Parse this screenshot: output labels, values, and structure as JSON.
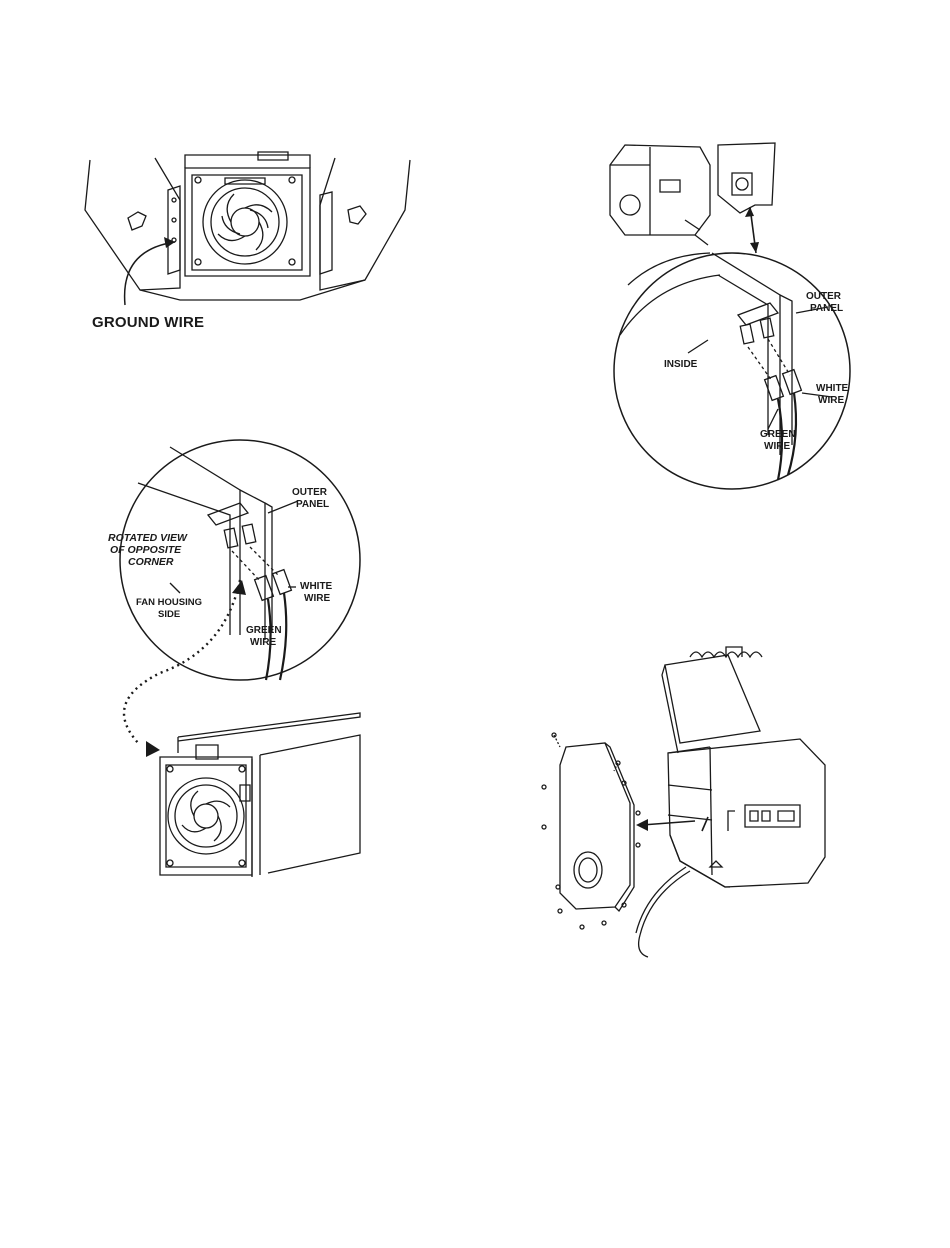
{
  "figure1": {
    "ground_wire_label": "GROUND WIRE"
  },
  "figure2": {
    "outer_panel": [
      "OUTER",
      "PANEL"
    ],
    "inside": "INSIDE",
    "white_wire": [
      "WHITE",
      "WIRE"
    ],
    "green_wire": [
      "GREEN",
      "WIRE"
    ]
  },
  "figure3": {
    "outer_panel": [
      "OUTER",
      "PANEL"
    ],
    "rotated_view": [
      "ROTATED VIEW",
      "OF OPPOSITE",
      "CORNER"
    ],
    "fan_housing": [
      "FAN HOUSING",
      "SIDE"
    ],
    "white_wire": [
      "WHITE",
      "WIRE"
    ],
    "green_wire": [
      "GREEN",
      "WIRE"
    ]
  },
  "colors": {
    "ink": "#1a1a1a",
    "paper": "#ffffff"
  }
}
